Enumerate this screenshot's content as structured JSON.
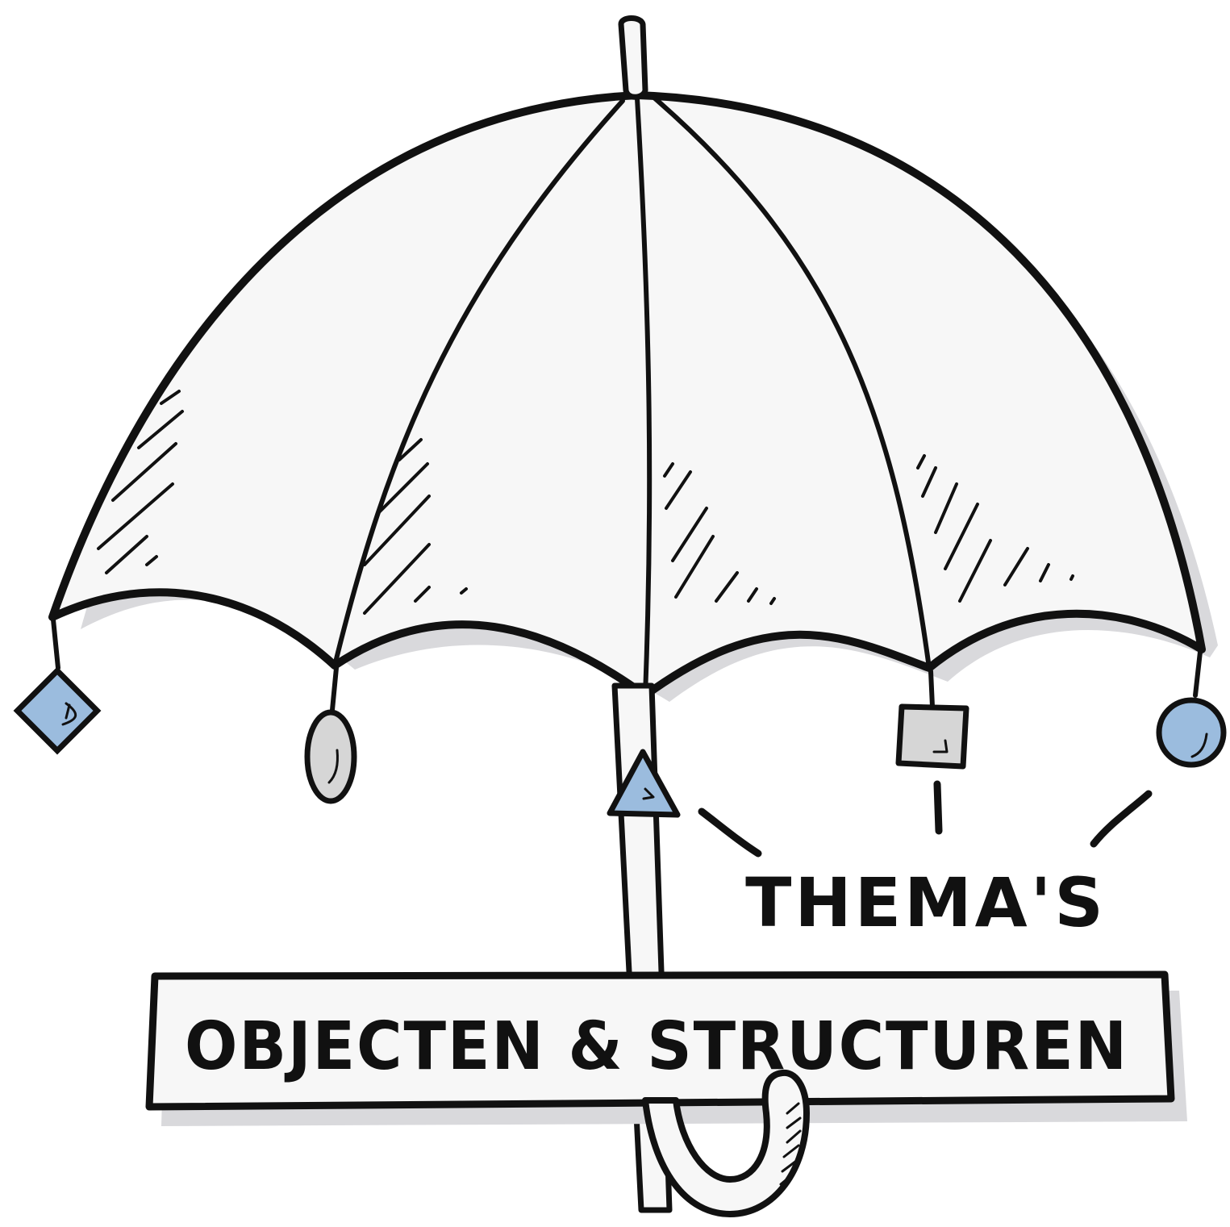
{
  "diagram": {
    "label_themes": "THEMA'S",
    "label_banner": "OBJECTEN & STRUCTUREN",
    "canopy_color": "#f7f7f7",
    "shadow_color": "#d9d9dc",
    "accent_color": "#9bbcde",
    "neutral_color": "#d6d6d6",
    "charms": [
      {
        "shape": "diamond",
        "color": "#9bbcde"
      },
      {
        "shape": "oval",
        "color": "#d6d6d6"
      },
      {
        "shape": "triangle",
        "color": "#9bbcde"
      },
      {
        "shape": "square",
        "color": "#d6d6d6"
      },
      {
        "shape": "circle",
        "color": "#9bbcde"
      }
    ]
  }
}
